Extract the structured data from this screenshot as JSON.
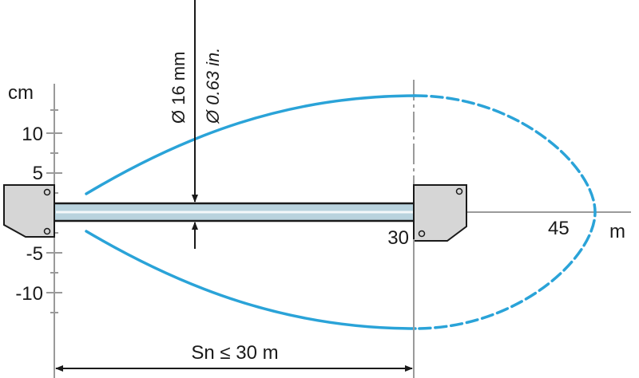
{
  "axis": {
    "y_unit": "cm",
    "x_unit": "m",
    "y_ticks": [
      "10",
      "5",
      "-5",
      "-10"
    ],
    "x_ticks": [
      "30",
      "45"
    ]
  },
  "diameter": {
    "metric": "Ø 16 mm",
    "imperial": "Ø 0.63 in."
  },
  "range": {
    "label": "Sn ≤ 30 m"
  },
  "colors": {
    "detection_zone": "#2aa3d8",
    "beam": "#b9d3de",
    "sensor_body": "#d6d6d6"
  }
}
